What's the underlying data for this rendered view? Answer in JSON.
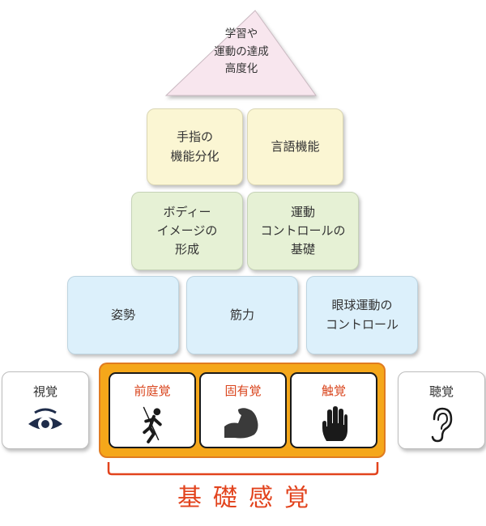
{
  "apex": {
    "text": "学習や\n運動の達成\n高度化"
  },
  "tier4": [
    {
      "text": "手指の\n機能分化"
    },
    {
      "text": "言語機能"
    }
  ],
  "tier3": [
    {
      "text": "ボディー\nイメージの\n形成"
    },
    {
      "text": "運動\nコントロールの\n基礎"
    }
  ],
  "tier2": [
    {
      "text": "姿勢"
    },
    {
      "text": "筋力"
    },
    {
      "text": "眼球運動の\nコントロール"
    }
  ],
  "senses_side": [
    {
      "label": "視覚",
      "icon": "eye-icon"
    },
    {
      "label": "聴覚",
      "icon": "ear-icon"
    }
  ],
  "basic_senses": [
    {
      "label": "前庭覚",
      "icon": "swing-person-icon"
    },
    {
      "label": "固有覚",
      "icon": "flexed-arm-icon"
    },
    {
      "label": "触覚",
      "icon": "hand-icon"
    }
  ],
  "basic_title": "基礎感覚",
  "colors": {
    "apex_fill": "#f8e6ee",
    "tier4_fill": "#fbf6d3",
    "tier3_fill": "#e6f1d5",
    "tier2_fill": "#dcf0fb",
    "panel_fill": "#f5a71a",
    "accent_red": "#e2431d"
  }
}
